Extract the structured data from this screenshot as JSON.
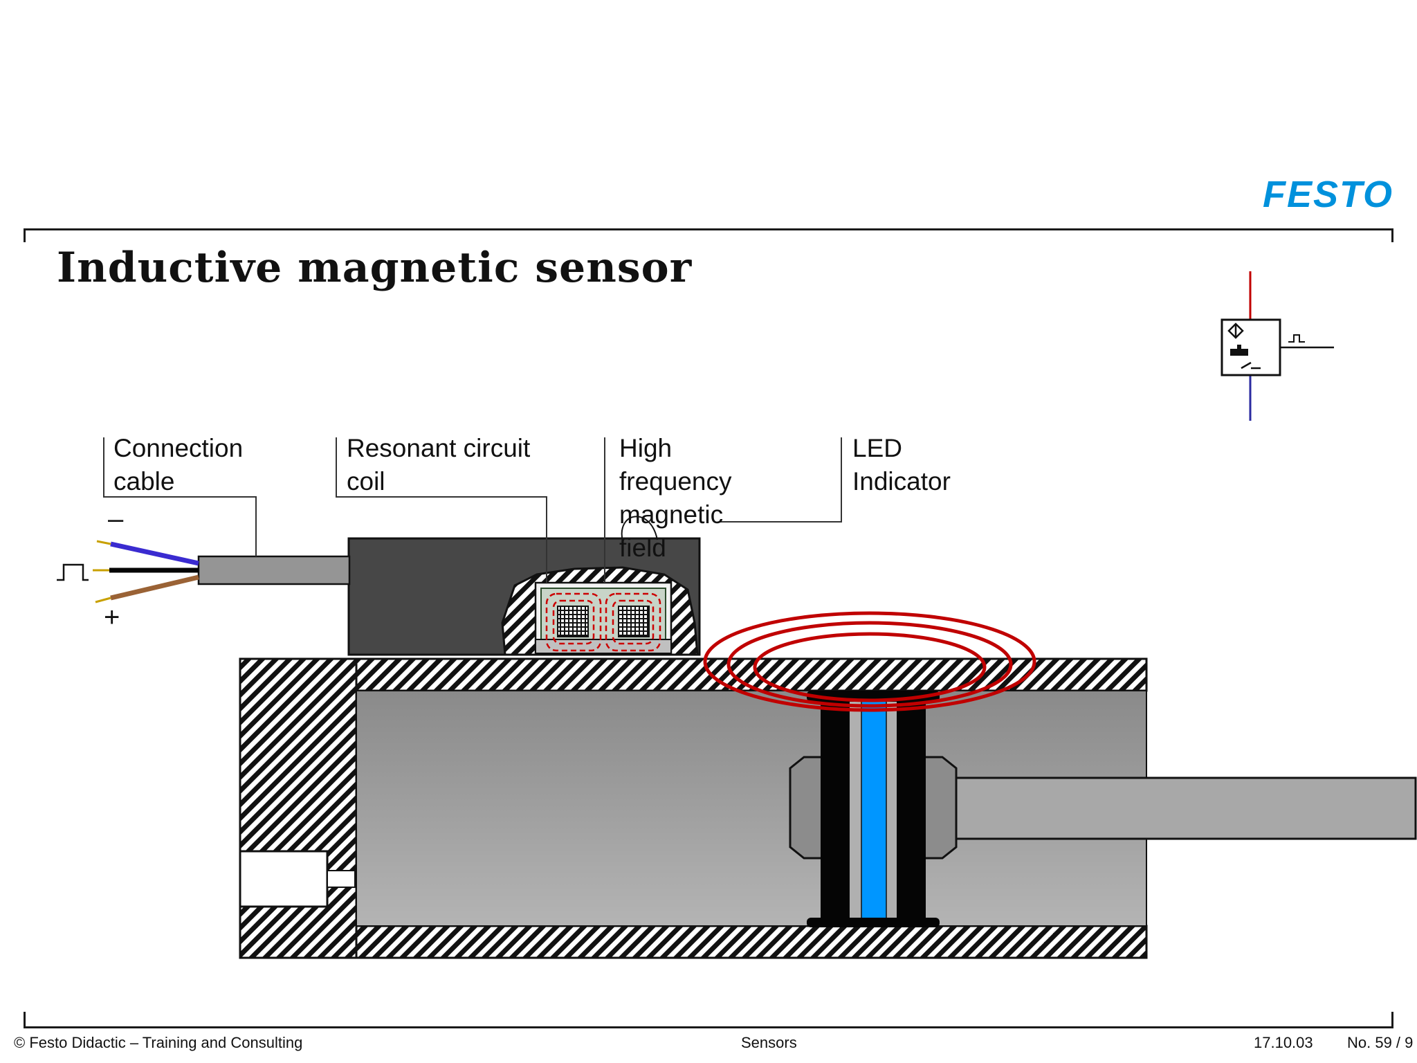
{
  "header": {
    "logo_text": "FESTO",
    "title": "Inductive magnetic sensor"
  },
  "labels": {
    "connection_cable": "Connection\ncable",
    "resonant_coil": "Resonant circuit\ncoil",
    "hf_field": "High\nfrequency\nmagnetic\nfield",
    "led": "LED\nIndicator"
  },
  "wire_symbols": {
    "minus": "–",
    "plus": "+"
  },
  "footer": {
    "left": "© Festo Didactic – Training and Consulting",
    "center": "Sensors",
    "date": "17.10.03",
    "page": "No. 59 / 9"
  },
  "colors": {
    "brand": "#0091dc",
    "field": "#c00000",
    "wire_blue": "#3a2bd0",
    "wire_brown": "#9a6235",
    "piston_rod": "#0096ff"
  }
}
